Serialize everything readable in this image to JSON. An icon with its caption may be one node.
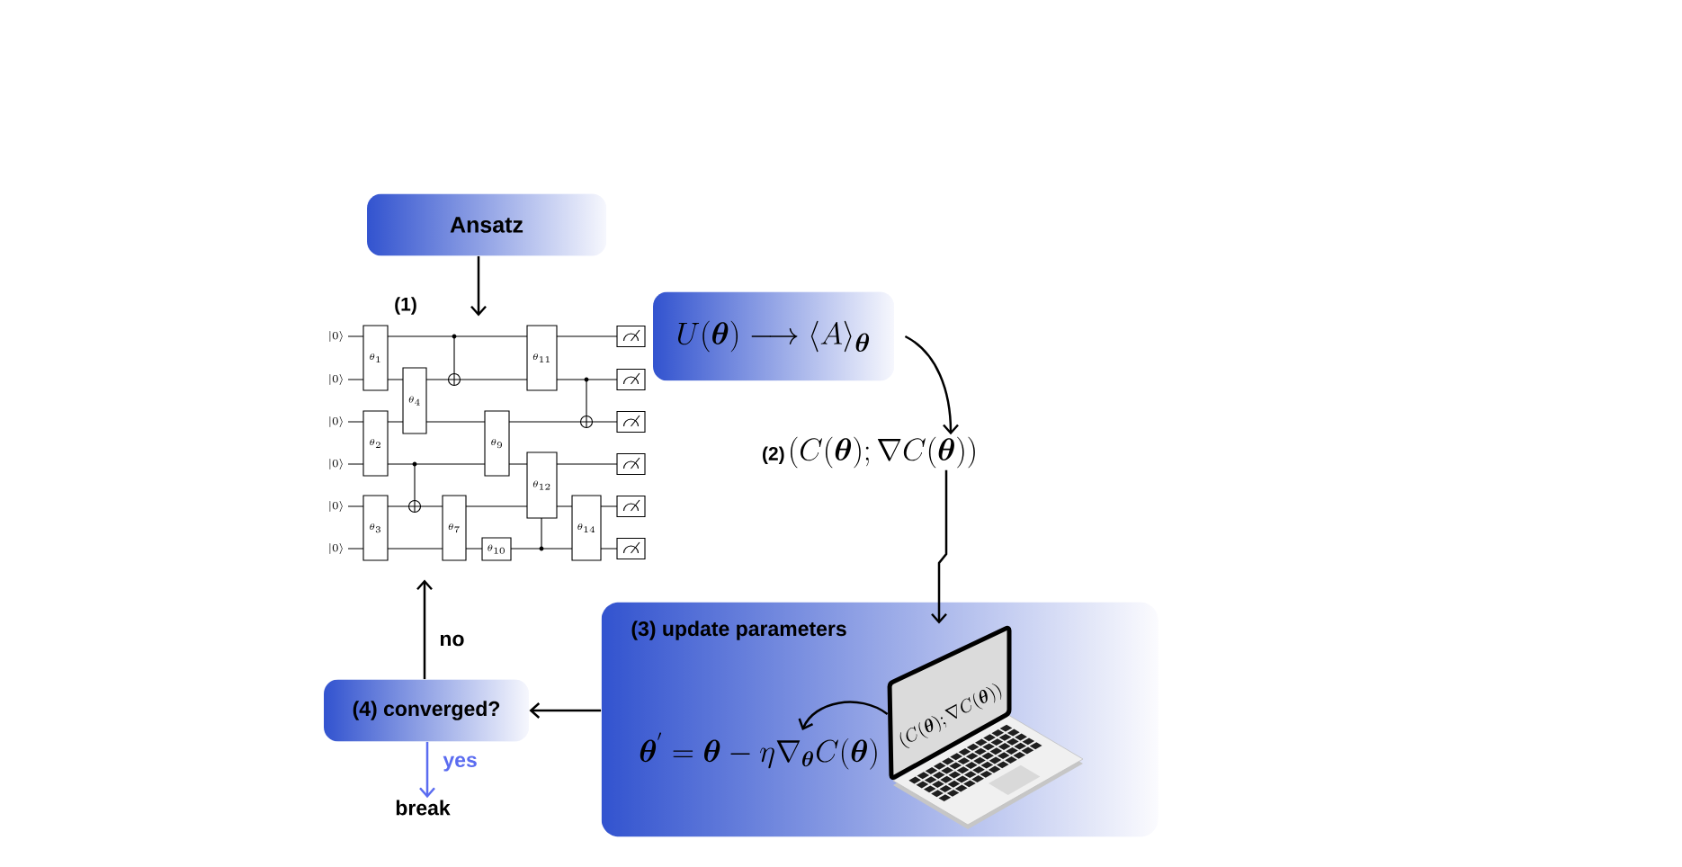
{
  "diagram": {
    "nodes": [
      {
        "text": [
          "Ansatz"
        ]
      },
      {
        "text": [
          "(1)"
        ]
      },
      {
        "text": [
          "U(\\boldsymbol{\\theta})\\longrightarrow\\langle A\\rangle_{\\boldsymbol{\\theta}}"
        ]
      },
      {
        "text": [
          "(2)",
          "(C(\\boldsymbol{\\theta});\\nabla C(\\boldsymbol{\\theta}))"
        ]
      },
      {
        "text": [
          "(3) update parameters"
        ]
      },
      {
        "text": [
          "\\boldsymbol{\\theta}^{'}=\\boldsymbol{\\theta}-\\eta\\nabla_{\\boldsymbol{\\theta}}C(\\boldsymbol{\\theta})"
        ],
        "in": 4
      },
      {
        "text": [
          "(C(\\boldsymbol{\\theta});\\nabla C(\\boldsymbol{\\theta}))"
        ],
        "in": 4
      },
      {
        "text": [
          "(4) converged?"
        ]
      },
      {
        "text": [
          "break"
        ]
      }
    ],
    "edges": [
      {
        "from": 0,
        "to": 1,
        "arrow": "to"
      },
      {
        "from": 2,
        "to": 3,
        "arrow": "to"
      },
      {
        "from": 3,
        "to": 6,
        "arrow": "to"
      },
      {
        "from": 6,
        "to": 5,
        "arrow": "to"
      },
      {
        "from": 4,
        "to": 7,
        "arrow": "to"
      },
      {
        "from": 7,
        "to": 1,
        "arrow": "to",
        "label": "no"
      },
      {
        "from": 7,
        "to": 8,
        "arrow": "to",
        "label": "yes",
        "color": "#5b6cf0"
      }
    ],
    "labels": [
      "|0\\rangle",
      "|0\\rangle",
      "|0\\rangle",
      "|0\\rangle",
      "|0\\rangle",
      "|0\\rangle",
      "\\theta_{1}",
      "\\theta_{2}",
      "\\theta_{3}",
      "\\theta_{4}",
      "\\theta_{7}",
      "\\theta_{9}",
      "\\theta_{10}",
      "\\theta_{11}",
      "\\theta_{12}",
      "\\theta_{14}"
    ]
  }
}
